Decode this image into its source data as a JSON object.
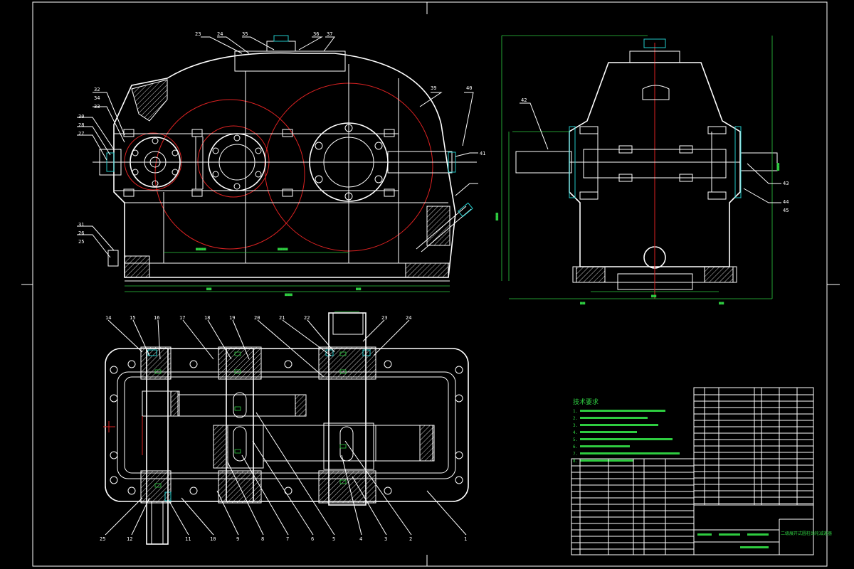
{
  "colors": {
    "background": "#000000",
    "outline": "#ffffff",
    "gear_circles": "#d22222",
    "dimensions": "#2ecc40",
    "bearing_fill": "#22c9c9"
  },
  "front_view": {
    "part_numbers": [
      "23",
      "24",
      "35",
      "36",
      "37",
      "32",
      "34",
      "33",
      "30",
      "28",
      "27",
      "31",
      "26",
      "25",
      "39",
      "40",
      "41"
    ]
  },
  "side_view": {
    "part_numbers": [
      "42",
      "43",
      "44",
      "45"
    ]
  },
  "plan_view": {
    "top_part_numbers": [
      "14",
      "15",
      "16",
      "17",
      "18",
      "19",
      "20",
      "21",
      "22",
      "23",
      "24"
    ],
    "bottom_part_numbers": [
      "25",
      "12",
      "11",
      "10",
      "9",
      "8",
      "7",
      "6",
      "5",
      "4",
      "3",
      "2",
      "1"
    ]
  },
  "technical_requirements": {
    "title": "技术要求",
    "lines": [
      "1.",
      "2.",
      "3.",
      "4.",
      "5.",
      "6.",
      "7.",
      "8."
    ]
  },
  "title_block": {
    "title": "二级展开式圆柱齿轮减速器"
  }
}
